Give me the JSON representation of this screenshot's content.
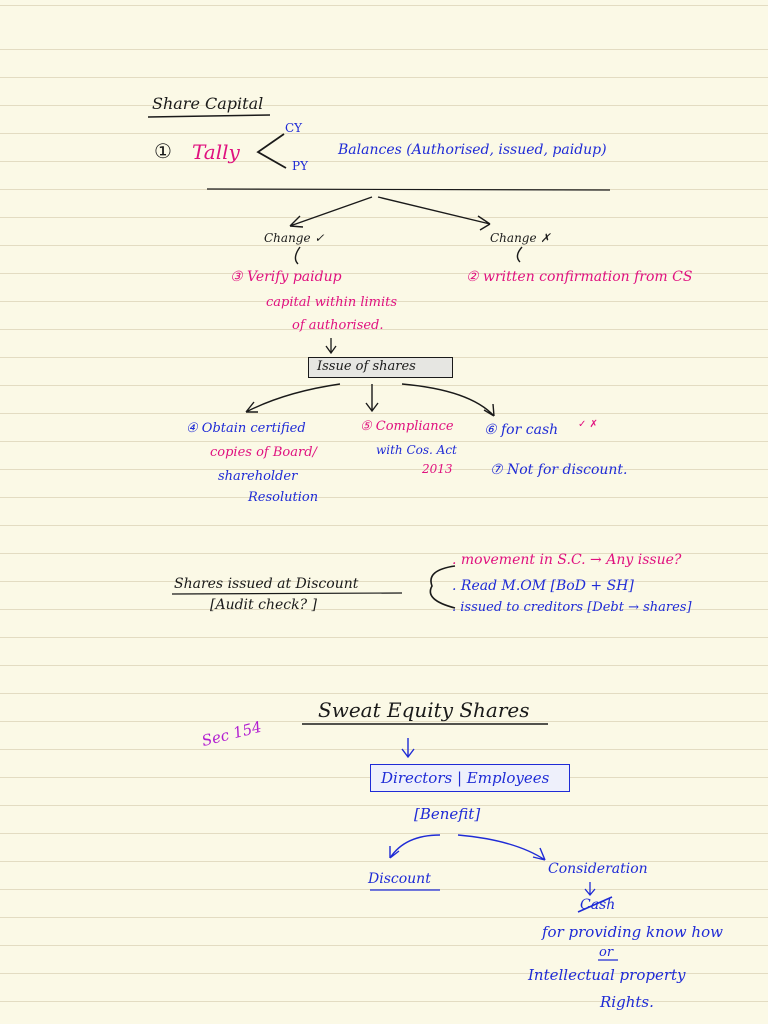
{
  "share_capital": {
    "title": "Share Capital",
    "step1_num": "①",
    "tally": "Tally",
    "cy": "CY",
    "py": "PY",
    "balances": "Balances (Authorised, issued, paidup)",
    "change_yes": "Change ✓",
    "change_no": "Change ✗",
    "step3_line1": "③ Verify paidup",
    "step3_line2": "capital within limits",
    "step3_line3": "of authorised.",
    "step2_text": "② written confirmation from CS",
    "issue_of_shares": "Issue of shares",
    "step4_line1": "④ Obtain certified",
    "step4_line2": "copies of Board/",
    "step4_line3": "shareholder",
    "step4_line4": "Resolution",
    "step5_line1": "⑤ Compliance",
    "step5_line2": "with Cos. Act",
    "step5_line3": "2013",
    "step6_text": "⑥ for cash",
    "step6_mark": "✓ ✗",
    "step7_text": "⑦ Not for discount."
  },
  "discount_section": {
    "title": "Shares issued at Discount",
    "subtitle": "[Audit check? ]",
    "item1": ". movement in S.C. → Any issue?",
    "item2": ". Read M.OM [BoD + SH]",
    "item3": ". issued to creditors [Debt → shares]"
  },
  "sweat_equity": {
    "title": "Sweat Equity Shares",
    "section_ref": "Sec 154",
    "box_label": "Directors | Employees",
    "benefit": "[Benefit]",
    "discount": "Discount",
    "consideration": "Consideration",
    "cash_struck": "Cash",
    "line1": "for providing know how",
    "or": "or",
    "line2": "Intellectual property",
    "line3": "Rights."
  },
  "colors": {
    "ink_black": "#1a1a1a",
    "ink_blue": "#1f2bd6",
    "ink_pink": "#e0117f",
    "ink_violet": "#b21fd1",
    "paper": "#fbf9e6"
  }
}
